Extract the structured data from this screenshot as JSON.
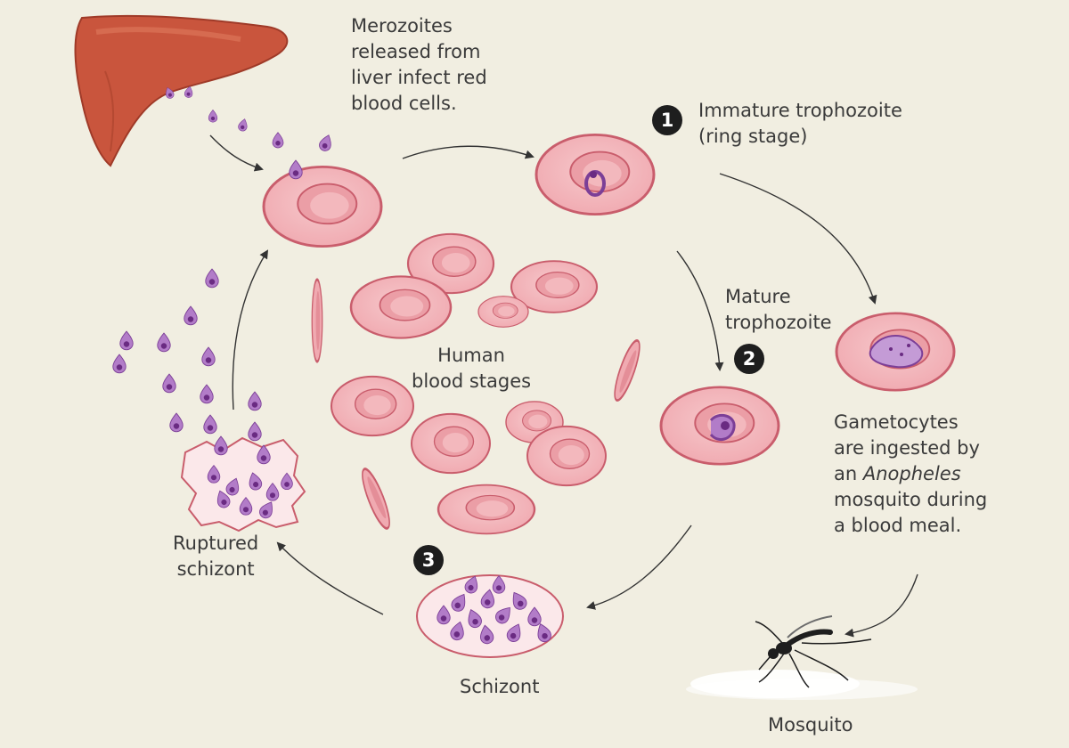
{
  "colors": {
    "background": "#f1eee1",
    "cell_fill": "#f2b9bd",
    "cell_edge": "#c95d6c",
    "cell_dimple": "#e79aa2",
    "parasite_fill": "#a45cb4",
    "parasite_nucleus": "#6a2b82",
    "liver": "#c9553d",
    "arrow": "#333333"
  },
  "icons": [
    "liver-icon",
    "mosquito-icon",
    "red-blood-cell-icon",
    "merozoite-icon"
  ],
  "labels": {
    "merozoites": [
      "Merozoites",
      "released from",
      "liver infect red",
      "blood cells."
    ],
    "ring_stage": [
      "Immature trophozoite",
      "(ring stage)"
    ],
    "mature": [
      "Mature",
      "trophozoite"
    ],
    "human_blood": [
      "Human",
      "blood stages"
    ],
    "gametocytes": {
      "line1": "Gametocytes",
      "line2": "are ingested by",
      "line3_prefix": "an ",
      "line3_italic": "Anopheles",
      "line4": "mosquito during",
      "line5": "a blood meal."
    },
    "ruptured": [
      "Ruptured",
      "schizont"
    ],
    "schizont": "Schizont",
    "mosquito": "Mosquito"
  },
  "badges": {
    "step1": "1",
    "step2": "2",
    "step3": "3"
  }
}
